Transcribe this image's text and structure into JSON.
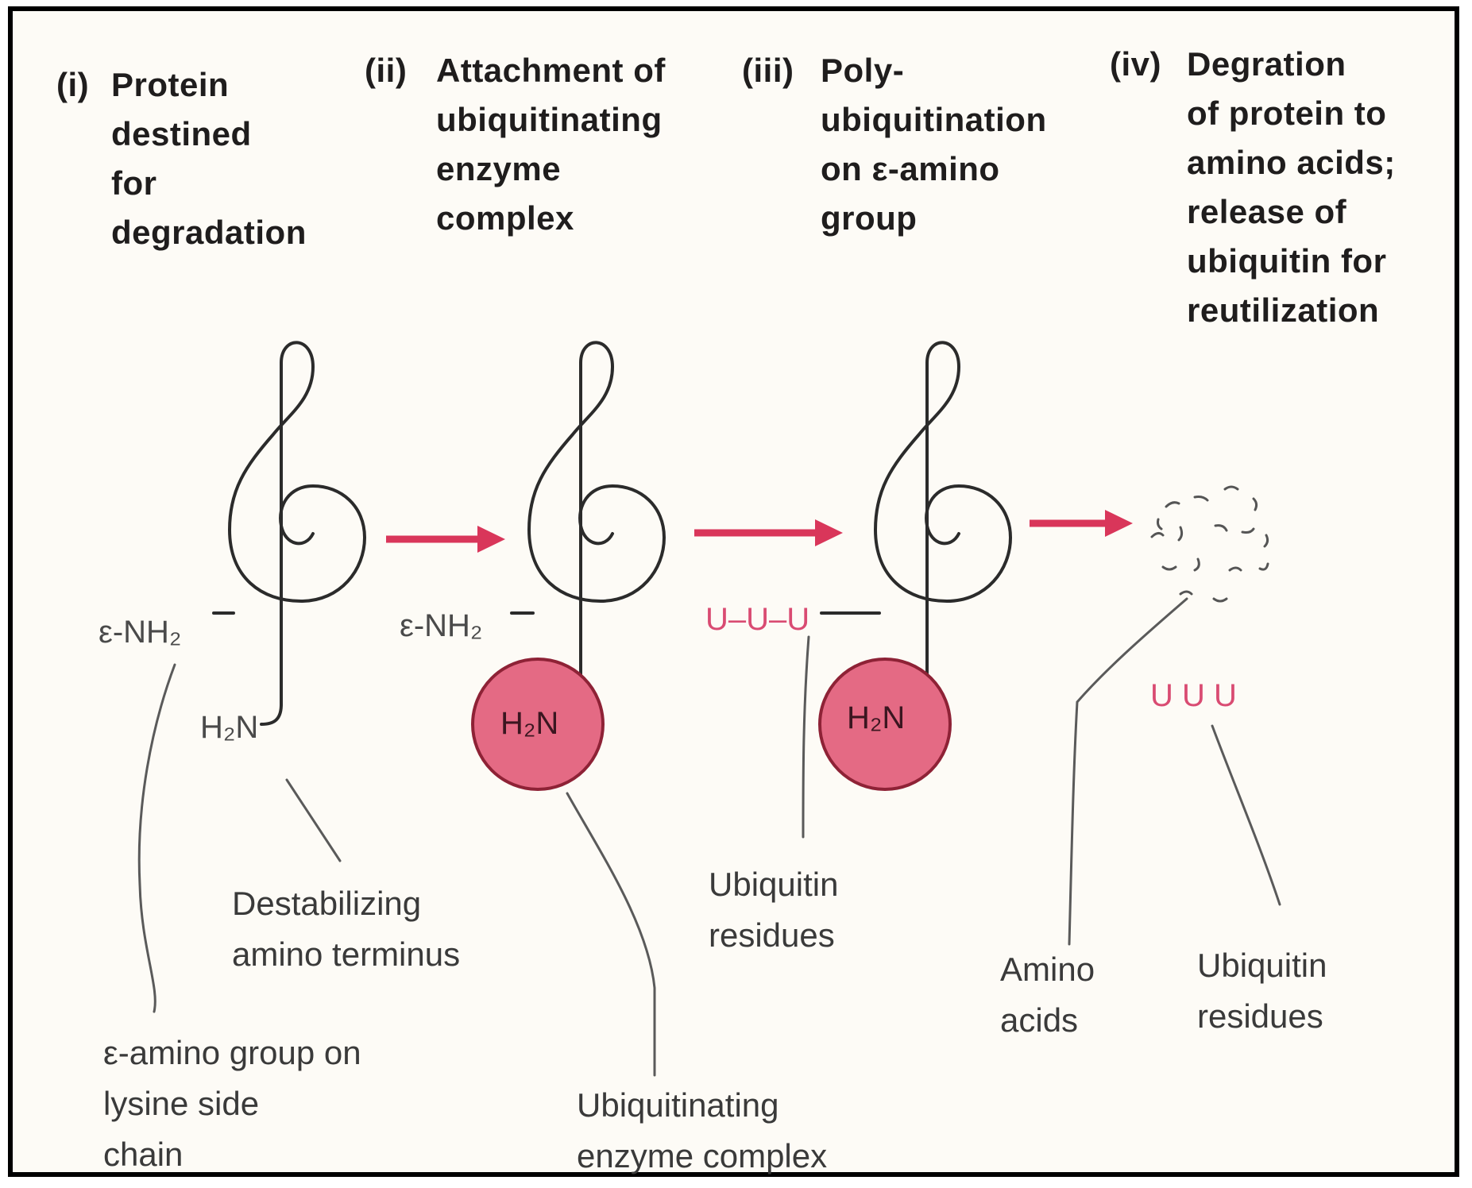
{
  "stages": [
    {
      "number": "(i)",
      "text": "Protein\ndestined\nfor\ndegradation"
    },
    {
      "number": "(ii)",
      "text": "Attachment of\nubiquitinating\nenzyme\ncomplex"
    },
    {
      "number": "(iii)",
      "text": "Poly-\nubiquitination\non ε-amino\ngroup"
    },
    {
      "number": "(iv)",
      "text": "Degration\nof protein to\namino acids;\nrelease of\nubiquitin for\nreutilization"
    }
  ],
  "labels": {
    "eps_nh2": "ε-NH₂",
    "h2n": "H₂N",
    "u_chain": "U–U–U",
    "u_free": "U U U"
  },
  "callouts": {
    "destabilizing": "Destabilizing\namino terminus",
    "epsilon_group": "ε-amino group on\nlysine side\nchain",
    "ubiquitinating_enzyme": "Ubiquitinating\nenzyme complex",
    "ubiquitin_residues_1": "Ubiquitin\nresidues",
    "amino_acids": "Amino\nacids",
    "ubiquitin_residues_2": "Ubiquitin\nresidues"
  },
  "colors": {
    "accent": "#d9365a",
    "enzyme_fill": "#e46a84",
    "protein_line": "#2b2b2b",
    "leader_line": "#5a5a5a"
  }
}
